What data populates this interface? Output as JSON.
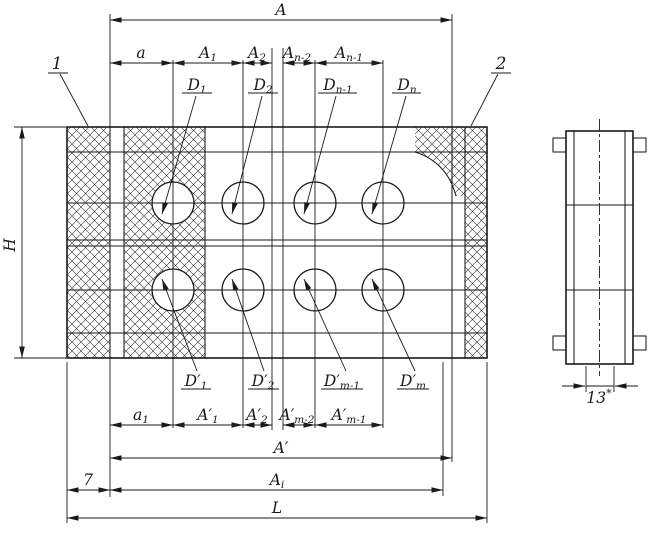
{
  "main_view": {
    "callouts": {
      "c1": "1",
      "c2": "2"
    },
    "top_chain": {
      "A": {
        "b": "A"
      },
      "a": {
        "b": "a"
      },
      "A1": {
        "b": "A",
        "s": "1"
      },
      "A2": {
        "b": "A",
        "s": "2"
      },
      "An2": {
        "b": "A",
        "s": "n-2"
      },
      "An1": {
        "b": "A",
        "s": "n-1"
      }
    },
    "holes_top": {
      "D1": {
        "b": "D",
        "s": "1"
      },
      "D2": {
        "b": "D",
        "s": "2"
      },
      "Dn1": {
        "b": "D",
        "s": "n-1"
      },
      "Dn": {
        "b": "D",
        "s": "n"
      }
    },
    "holes_bottom": {
      "D1p": {
        "b": "D′",
        "s": "1"
      },
      "D2p": {
        "b": "D′",
        "s": "2"
      },
      "Dm1p": {
        "b": "D′",
        "s": "m-1"
      },
      "Dmp": {
        "b": "D′",
        "s": "m"
      }
    },
    "bottom_chain": {
      "a1": {
        "b": "a",
        "s": "1"
      },
      "A1p": {
        "b": "A′",
        "s": "1"
      },
      "A2p": {
        "b": "A′",
        "s": "2"
      },
      "Am2p": {
        "b": "A′",
        "s": "m-2"
      },
      "Am1p": {
        "b": "A′",
        "s": "m-1"
      }
    },
    "overall": {
      "Ap": {
        "b": "A′"
      },
      "Ai": {
        "b": "A",
        "s": "i"
      },
      "seven": {
        "b": "7"
      },
      "L": {
        "b": "L"
      },
      "H": {
        "b": "H"
      }
    }
  },
  "side_view": {
    "w13": {
      "b": "13",
      "sup": "*"
    }
  },
  "colors": {
    "ink": "#1a1a1a",
    "paper": "#ffffff"
  }
}
